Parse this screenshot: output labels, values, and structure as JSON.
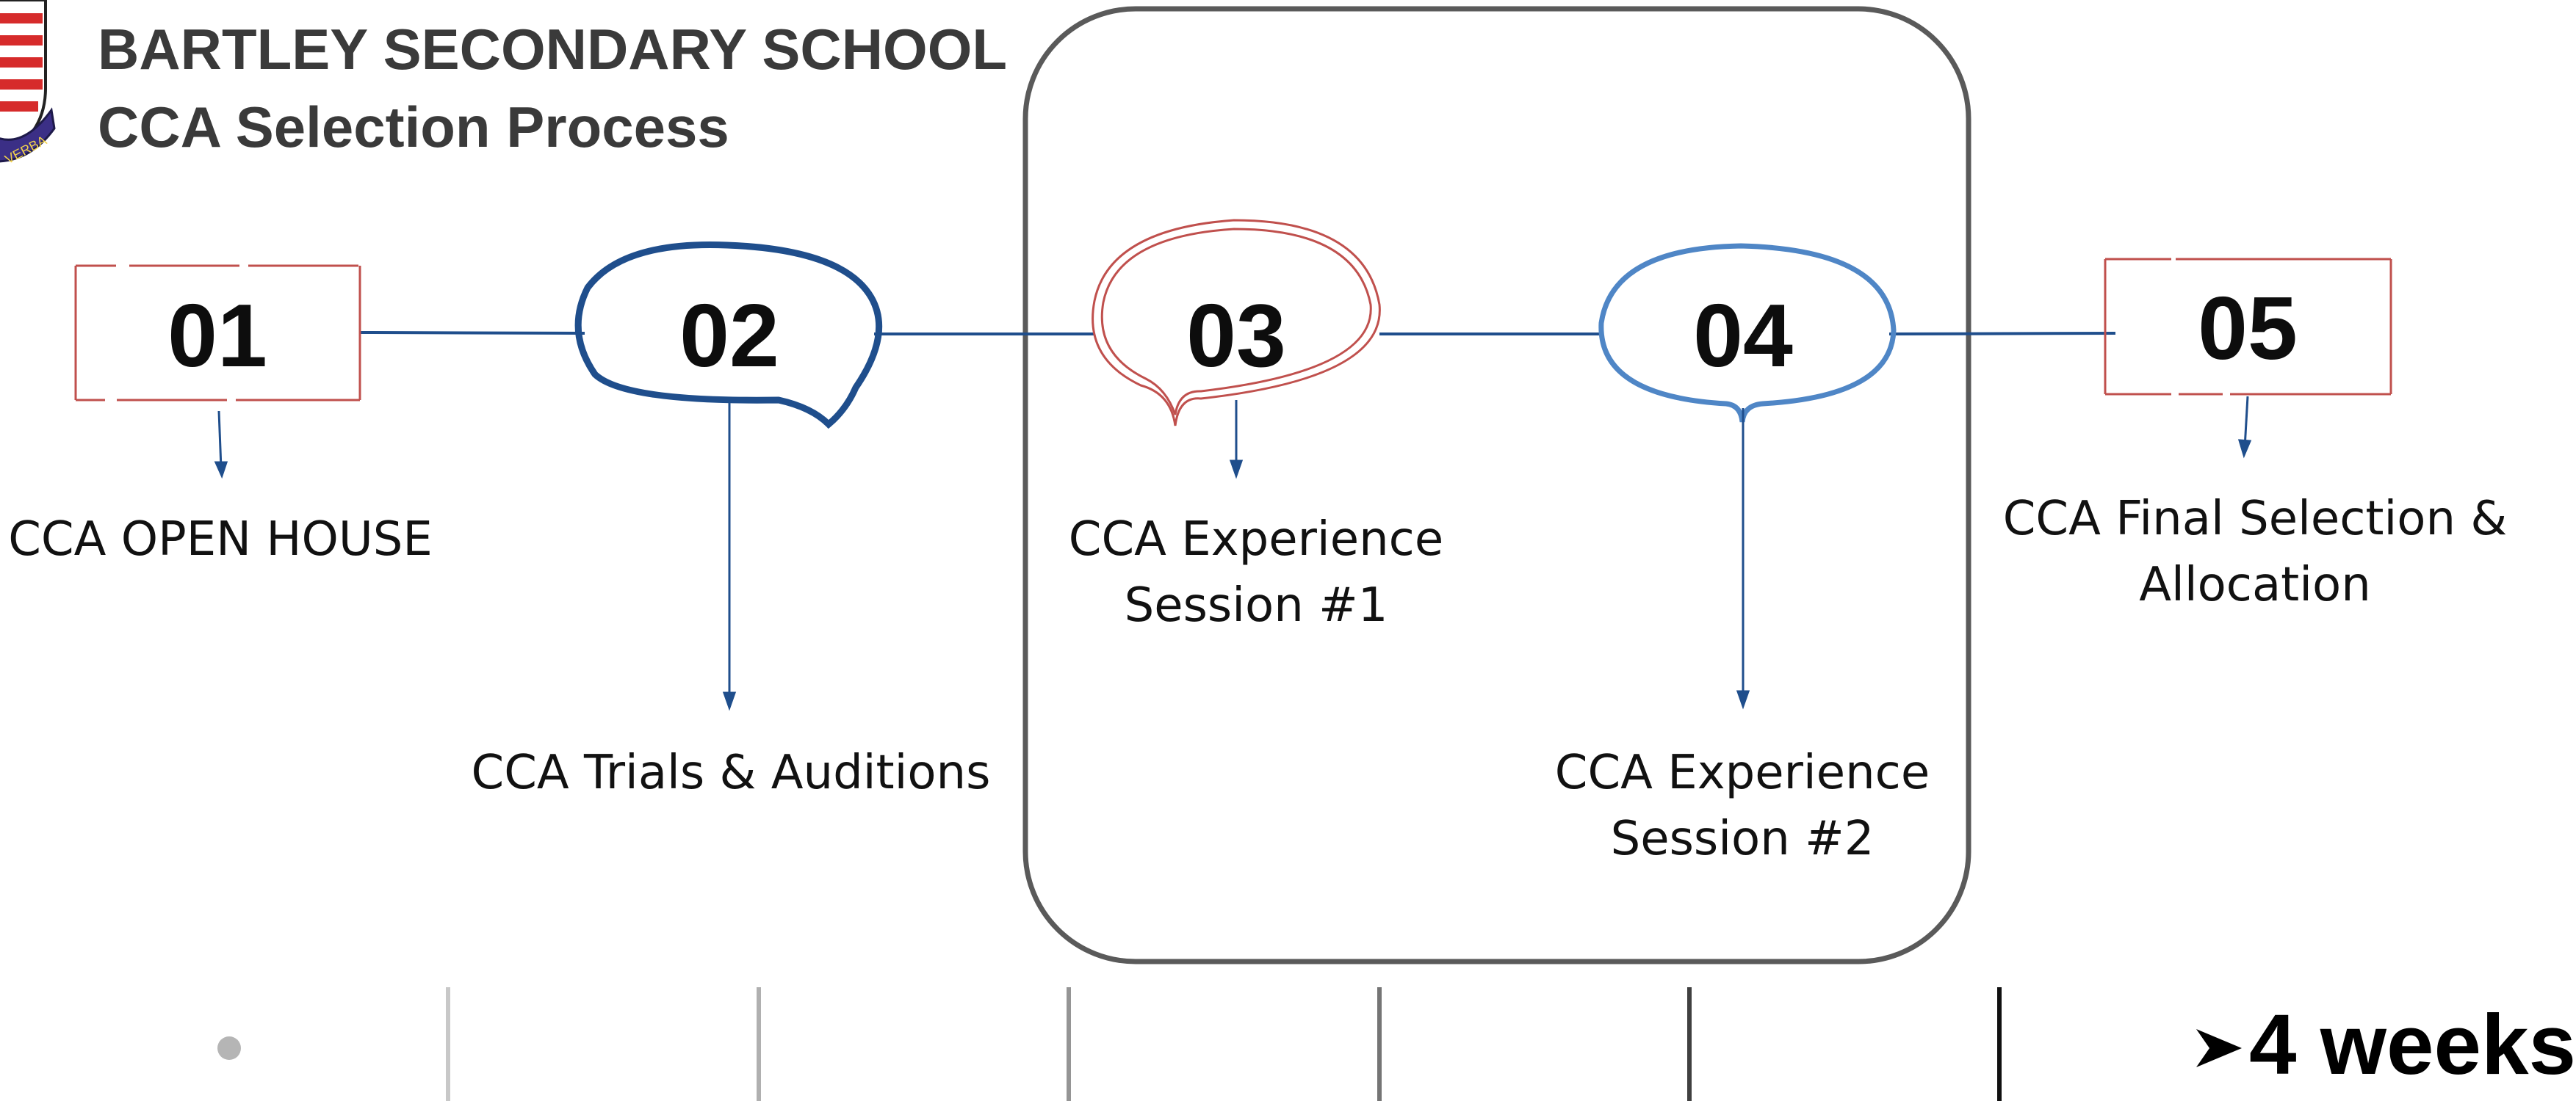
{
  "header": {
    "school_name": "BARTLEY SECONDARY SCHOOL",
    "subtitle": "CCA Selection Process",
    "crest_motto": "VERBA"
  },
  "steps": [
    {
      "number": "01",
      "label_lines": [
        "CCA OPEN HOUSE"
      ]
    },
    {
      "number": "02",
      "label_lines": [
        "CCA Trials & Auditions"
      ]
    },
    {
      "number": "03",
      "label_lines": [
        "CCA Experience",
        "Session #1"
      ]
    },
    {
      "number": "04",
      "label_lines": [
        "CCA Experience",
        "Session #2"
      ]
    },
    {
      "number": "05",
      "label_lines": [
        "CCA Final Selection &",
        "Allocation"
      ]
    }
  ],
  "timeline": {
    "duration_label": "4 weeks"
  },
  "colors": {
    "dark_blue": "#1f4e8c",
    "light_blue": "#4f86c6",
    "red": "#c0504d",
    "frame_gray": "#5a5a5a"
  }
}
